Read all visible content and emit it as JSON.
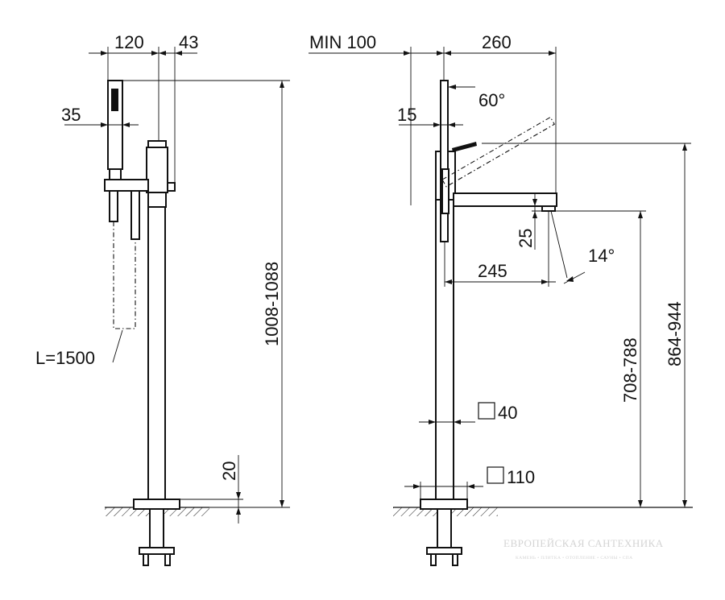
{
  "dimensions": {
    "d120": "120",
    "d43": "43",
    "d35": "35",
    "hose": "L=1500",
    "height_total": "1008-1088",
    "d20": "20",
    "min100": "MIN 100",
    "d260": "260",
    "d15": "15",
    "angle60": "60°",
    "d25": "25",
    "d245": "245",
    "angle14": "14°",
    "spout_height": "708-788",
    "lever_height": "864-944",
    "tube40": "40",
    "base110": "110"
  },
  "watermark": {
    "brand": "ЕВРОПЕЙСКАЯ САНТЕХНИКА",
    "tagline": "КАМЕНЬ • ПЛИТКА • ОТОПЛЕНИЕ • САУНЫ • СПА"
  }
}
